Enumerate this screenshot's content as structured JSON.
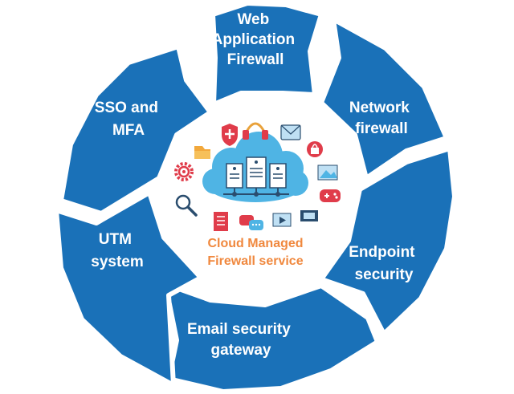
{
  "segments": [
    {
      "lines": [
        "Web",
        "Application",
        "Firewall"
      ]
    },
    {
      "lines": [
        "Network",
        "firewall"
      ]
    },
    {
      "lines": [
        "Endpoint",
        "security"
      ]
    },
    {
      "lines": [
        "Email security",
        "gateway"
      ]
    },
    {
      "lines": [
        "UTM",
        "system"
      ]
    },
    {
      "lines": [
        "SSO and",
        "MFA"
      ]
    }
  ],
  "center": {
    "line1": "Cloud Managed",
    "line2": "Firewall service"
  },
  "colors": {
    "segment": "#1a71b8",
    "center_text": "#f0883e",
    "cloud": "#4fb4e4",
    "background": "#ffffff"
  },
  "icons": [
    "shield-plus-icon",
    "headset-icon",
    "mail-icon",
    "folder-icon",
    "lock-icon",
    "gear-icon",
    "image-icon",
    "search-icon",
    "gamepad-icon",
    "document-icon",
    "chat-icon",
    "video-icon",
    "film-icon",
    "server-icon",
    "cloud-icon"
  ]
}
